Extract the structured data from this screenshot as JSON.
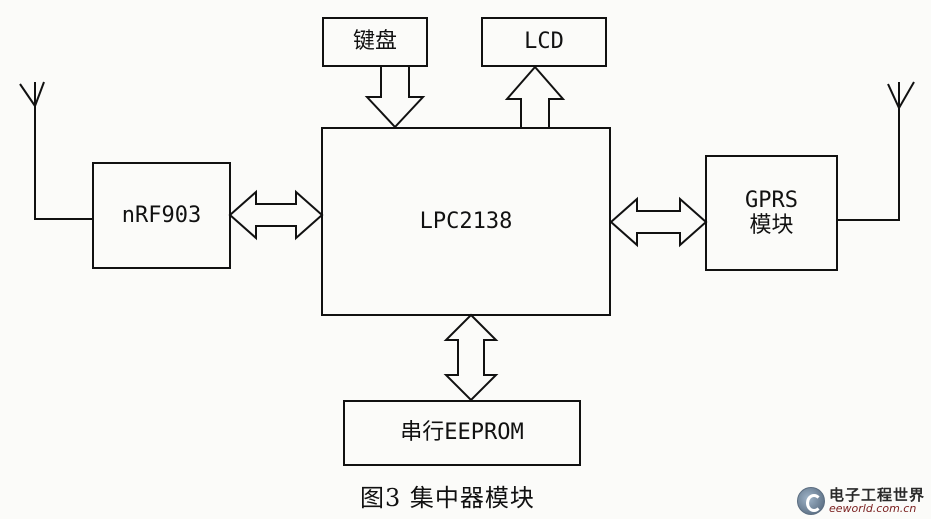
{
  "blocks": {
    "keyboard": "键盘",
    "lcd": "LCD",
    "mcu": "LPC2138",
    "rf": "nRF903",
    "gprs": "GPRS\n模块",
    "eeprom": "串行EEPROM"
  },
  "caption": "图3 集中器模块",
  "watermark": {
    "title": "电子工程世界",
    "url": "eeworld.com.cn"
  },
  "colors": {
    "line": "#111111",
    "background": "#fbfbf9"
  }
}
